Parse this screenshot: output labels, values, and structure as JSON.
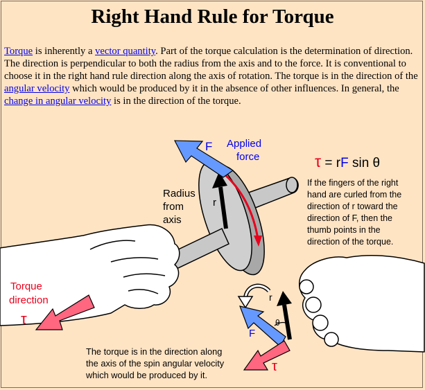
{
  "title": "Right Hand Rule for Torque",
  "paragraph": {
    "link_torque": "Torque",
    "t1": " is inherently a ",
    "link_vector": "vector quantity",
    "t2": ". Part of the torque calculation is the determination of direction. The direction is perpendicular to both the radius from the axis and to the force. It is conventional to choose it in the right hand rule direction along the axis of rotation. The torque is in the direction of the ",
    "link_angular_velocity": "angular velocity",
    "t3": " which would be produced by it in the absence of other influences. In general, the ",
    "link_change": "change in angular velocity",
    "t4": " is in the direction of the torque."
  },
  "diagram": {
    "applied_force_line1": "Applied",
    "applied_force_line2": "force",
    "F_label": "F",
    "formula_tau": "τ",
    "formula_eq": " = r",
    "formula_F": "F",
    "formula_rest": " sin θ",
    "radius_line1": "Radius",
    "radius_line2": "from",
    "radius_line3": "axis",
    "r_label": "r",
    "explanation_lines": [
      "If the fingers of the right",
      "hand are curled from the",
      "direction of r toward the",
      "direction of F, then the",
      "thumb points in the",
      "direction of the torque."
    ],
    "torque_dir_line1": "Torque",
    "torque_dir_line2": "direction",
    "tau_label": "τ",
    "theta_label": "θ",
    "small_r_label": "r",
    "small_F_label": "F",
    "small_tau_label": "τ",
    "caption_lines": [
      "The torque is in the direction along",
      "the axis of the spin angular velocity",
      "which would be produced by it."
    ]
  },
  "colors": {
    "background": "#ffe4c4",
    "link": "#0000ee",
    "force_arrow": "#6699ff",
    "torque_arrow": "#ff6680",
    "label_blue": "#0000ee",
    "label_red": "#e8001c",
    "axle_gray": "#c8c8c8"
  }
}
